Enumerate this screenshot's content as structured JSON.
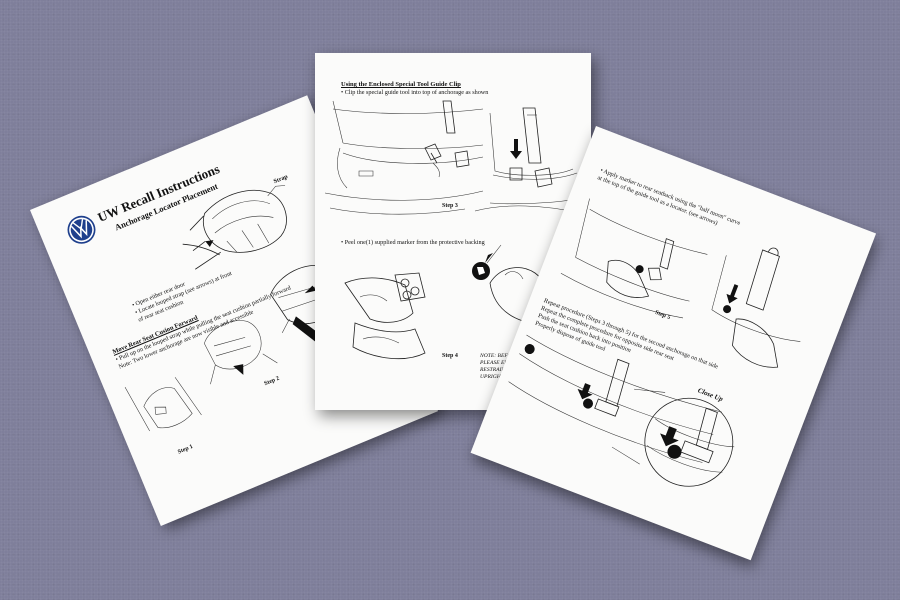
{
  "left_page": {
    "title": "UW  Recall Instructions",
    "subtitle": "Anchorage Locator Placement",
    "strap_label": "Strap",
    "bullets": [
      "• Open either rear door",
      "• Locate looped strap (see arrows) at front",
      "   of rear seat cushion"
    ],
    "section_heading": "Move Rear Seat Cusion Forward",
    "section_bullet": "• Pull up on the looped strap while pulling the seat cushion partially forward",
    "section_note": "Note: Two lower anchorage are now visible and accessible",
    "step1": "Step 1",
    "step2": "Step 2"
  },
  "center_page": {
    "heading": "Using the Enclosed Special Tool Guide Clip",
    "bullet1": "• Clip the special guide tool into top of anchorage as shown",
    "step3": "Step 3",
    "bullet2": "• Peel one(1) supplied marker from the protective backing",
    "step4": "Step 4",
    "note": "NOTE: BEFORE APPLYING MARKER, PLEASE ENSURE THAT CHILD RESTRAINING SYMBOL IS POSITIONED UPRIGHT."
  },
  "right_page": {
    "bullet1_line1": "• Apply marker to rear seatback using the \"half moon\" curve",
    "bullet1_line2": "  at the top of the guide tool as a locator. (see arrows)",
    "step5": "Step 5",
    "repeat_line1": "Repeat procedure (Steps 3 through 5) for the second anchorage on that side",
    "repeat_line2": "Repeat the complete procedure for opposite side rear seat",
    "repeat_line3": "Push the seat cushion back into position",
    "repeat_line4": "Properly dispose of guide tool",
    "closeup_label": "Close Up"
  },
  "colors": {
    "background": "#7f7f9b",
    "paper": "#fbfbfa",
    "logo_blue": "#1e3f8c",
    "ink": "#222222"
  },
  "icons": [
    "vw-logo-icon",
    "arrow-icon",
    "child-seat-symbol-icon"
  ]
}
